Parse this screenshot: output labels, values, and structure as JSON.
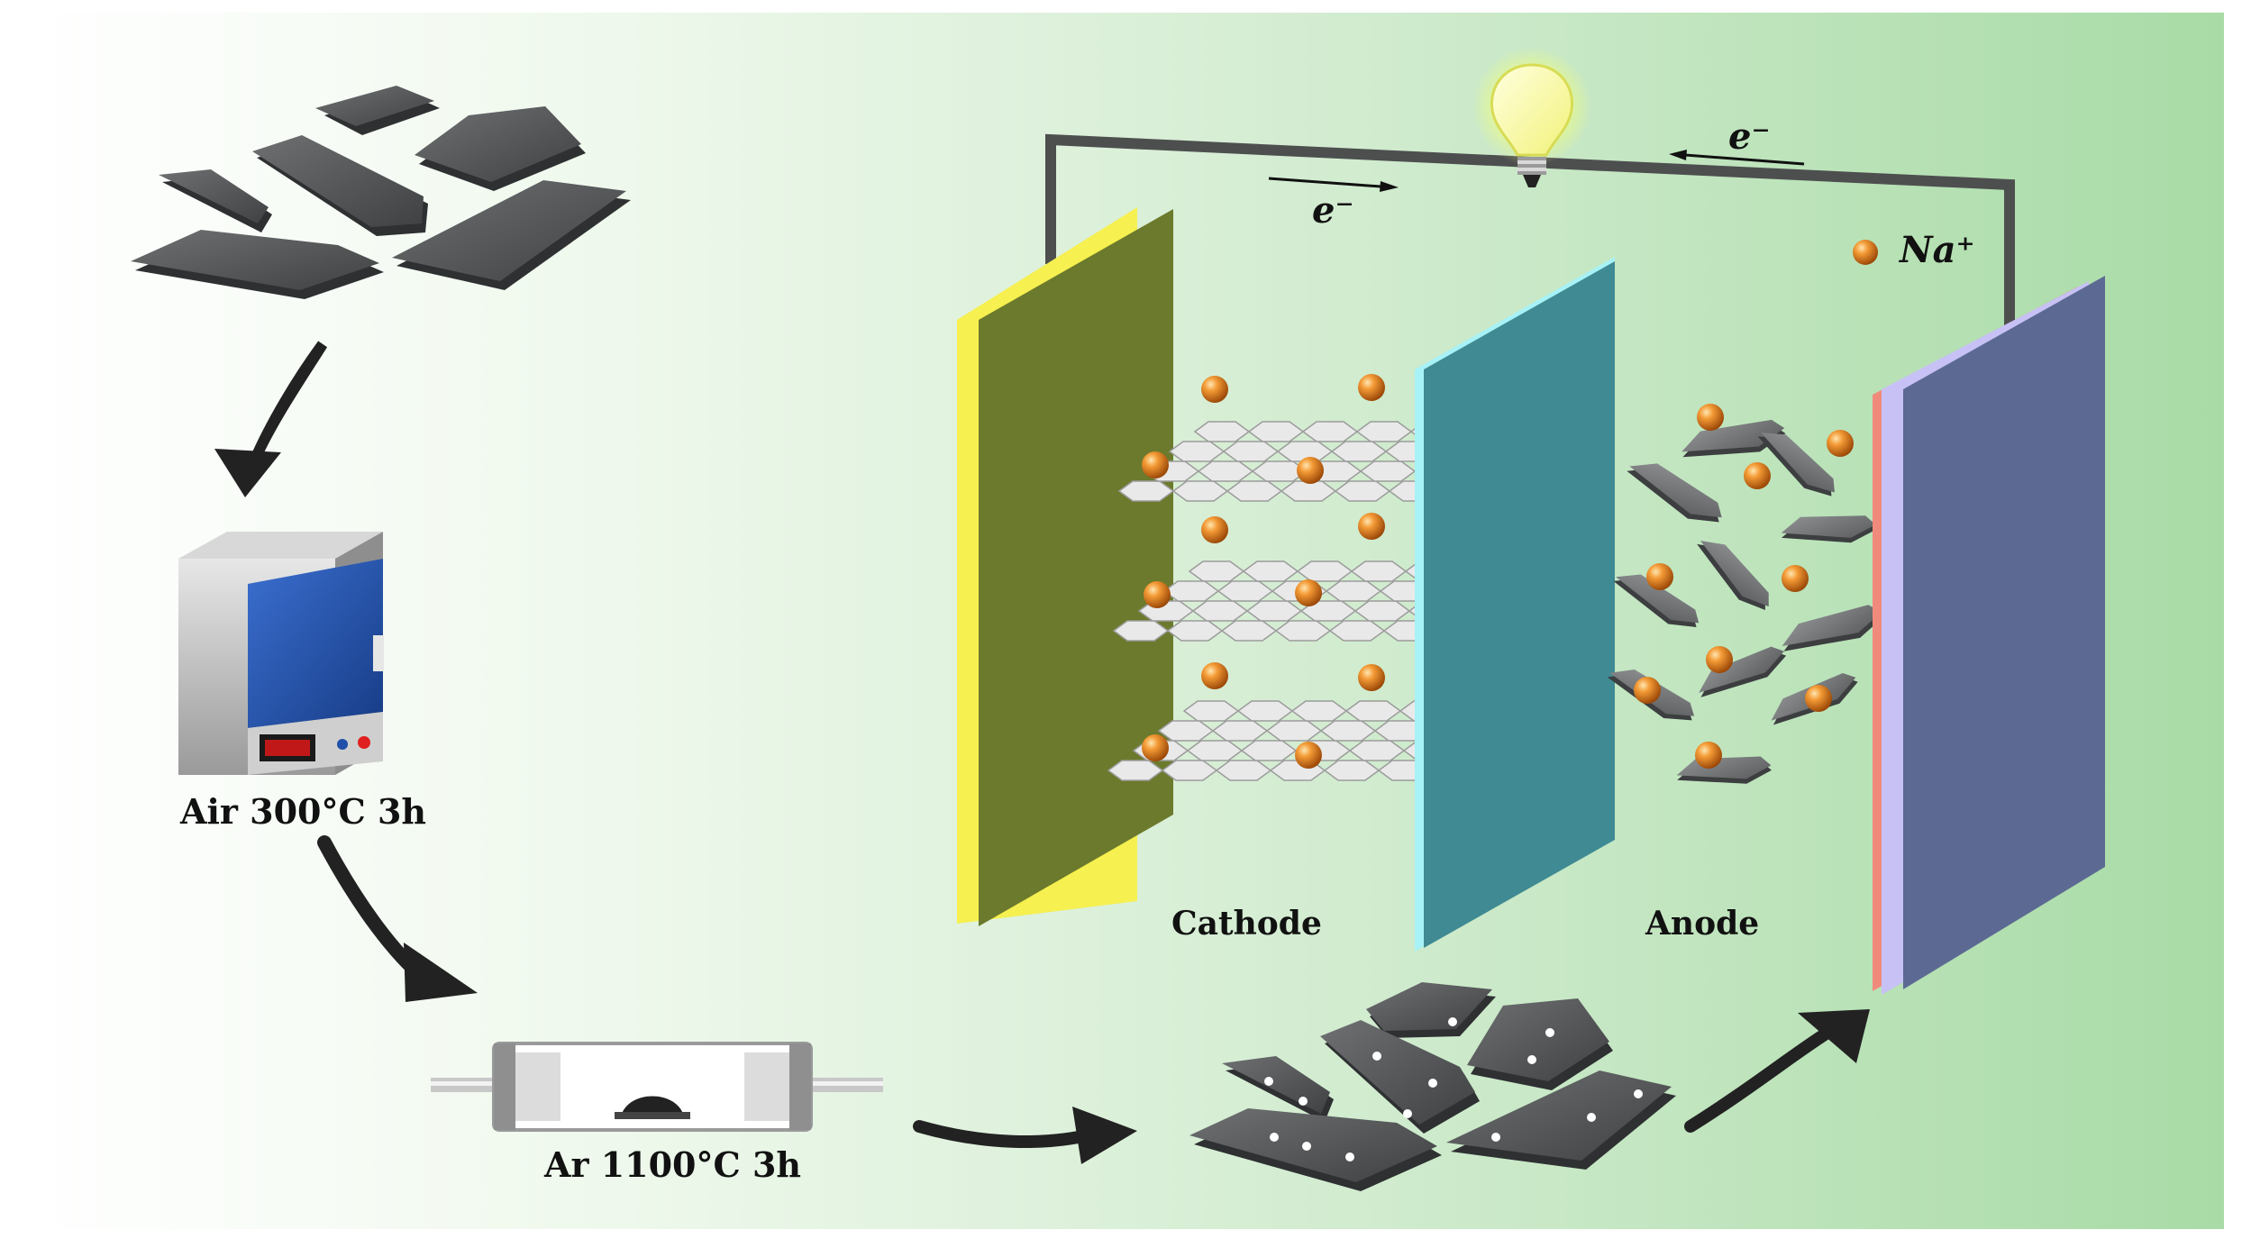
{
  "labels": {
    "step1": "Air 300°C 3h",
    "step2": "Ar 1100°C 3h",
    "cathode": "Cathode",
    "anode": "Anode",
    "electron_left": "e⁻",
    "electron_right": "e⁻",
    "sodium_ion": "Na⁺"
  },
  "colors": {
    "background_left": "#ffffff",
    "background_right": "#a8dba6",
    "current_collector_left": "#f6f050",
    "cathode_plate": "#6b7a2c",
    "separator": "#3f8a93",
    "separator_edge": "#a7f2f6",
    "anode_plate": "#5c6a93",
    "anode_edge_violet": "#c7c1f5",
    "anode_edge_pink": "#f08a7c",
    "flake_dark": "#4a4c4e",
    "sodium_orange": "#e8751a",
    "bulb_glow": "#f5ff86",
    "furnace_door": "#1f4fa8",
    "display_red": "#e02020"
  },
  "icons": [
    "carbon-flake-icon",
    "muffle-furnace-icon",
    "tube-furnace-icon",
    "light-bulb-icon",
    "sodium-ion-icon",
    "curved-arrow-icon"
  ]
}
